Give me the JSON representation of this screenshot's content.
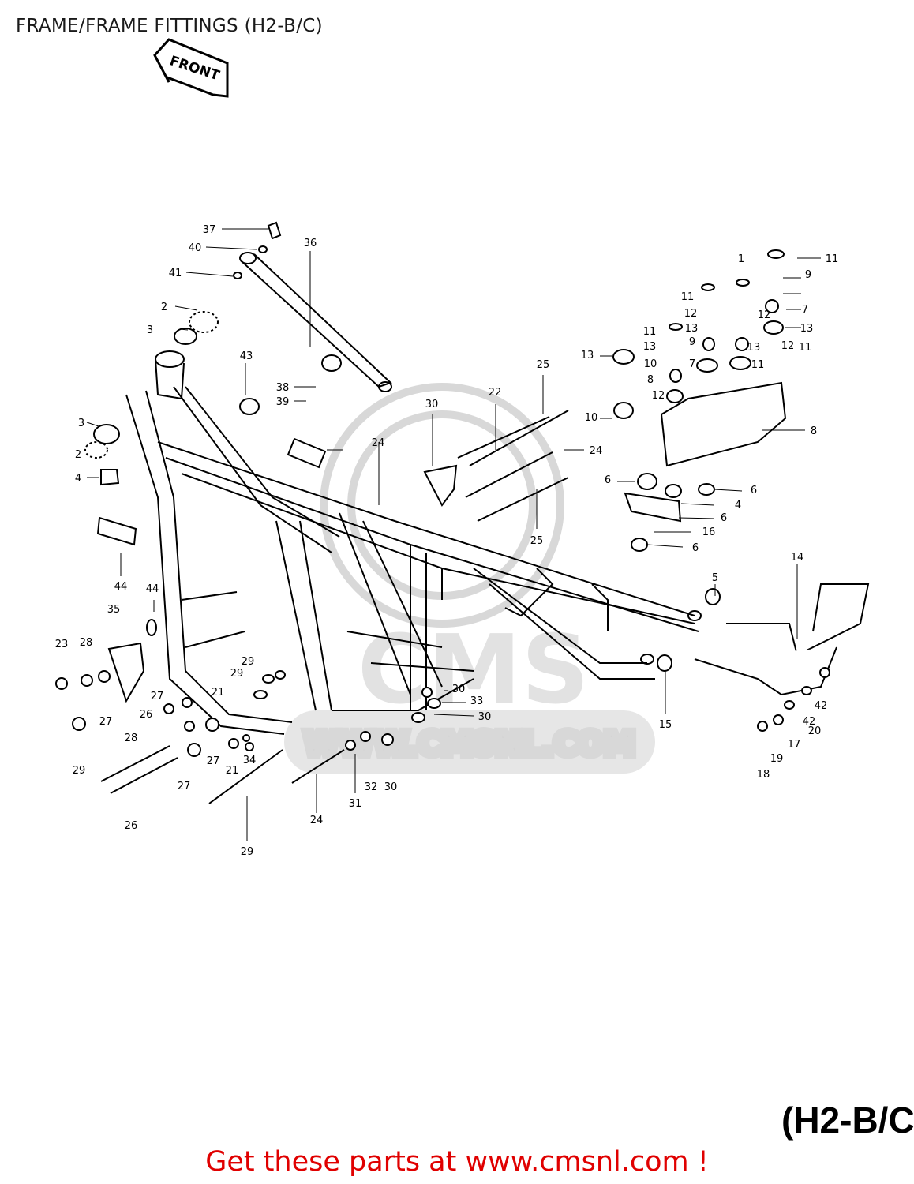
{
  "page": {
    "title": "FRAME/FRAME FITTINGS (H2-B/C)",
    "model_label": "(H2-B/C",
    "promo": "Get these parts at www.cmsnl.com !"
  },
  "diagram": {
    "front_label": "FRONT",
    "watermark_text": "WWW.CMSNL.COM",
    "watermark_letters": "CMS",
    "callouts": [
      "37",
      "40",
      "41",
      "36",
      "2",
      "3",
      "43",
      "38",
      "39",
      "3",
      "2",
      "4",
      "44",
      "44",
      "35",
      "23",
      "28",
      "27",
      "29",
      "28",
      "26",
      "26",
      "27",
      "29",
      "21",
      "29",
      "27",
      "21",
      "34",
      "27",
      "29",
      "24",
      "31",
      "32",
      "30",
      "30",
      "33",
      "30",
      "30",
      "22",
      "25",
      "24",
      "25",
      "24",
      "1",
      "11",
      "11",
      "11",
      "12",
      "13",
      "9",
      "12",
      "7",
      "13",
      "11",
      "12",
      "13",
      "10",
      "8",
      "9",
      "7",
      "13",
      "11",
      "12",
      "13",
      "10",
      "8",
      "6",
      "6",
      "4",
      "6",
      "16",
      "6",
      "5",
      "15",
      "14",
      "42",
      "42",
      "17",
      "20",
      "19",
      "18",
      "18",
      "19",
      "20"
    ],
    "colors": {
      "line": "#000000",
      "watermark": "#d4d4d4",
      "promo": "#e00000"
    }
  }
}
